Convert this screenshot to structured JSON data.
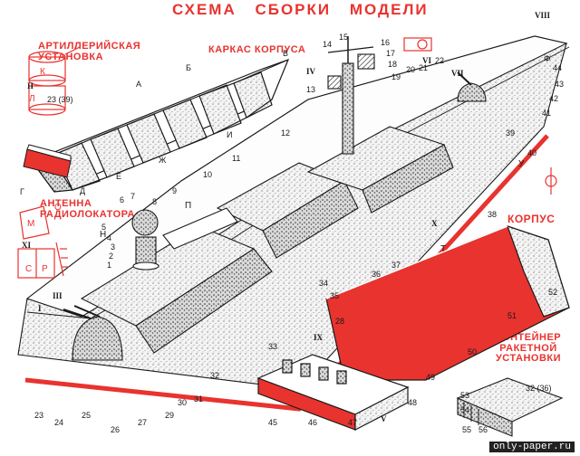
{
  "title": "СХЕМА СБОРКИ МОДЕЛИ",
  "labels": {
    "artillery": "АРТИЛЛЕРИЙСКАЯ УСТАНОВКА",
    "hull_frame": "КАРКАС КОРПУСА",
    "antenna": "АНТЕННА РАДИОЛОКАТОРА",
    "hull": "КОРПУС",
    "container": "КОНТЕЙНЕР РАКЕТНОЙ УСТАНОВКИ"
  },
  "watermark": "only-paper.ru",
  "colors": {
    "red": "#e8332f",
    "ink": "#1a1a1a"
  },
  "frame_letters": [
    "А",
    "Б",
    "В",
    "Г",
    "Д",
    "Е",
    "Ж",
    "И"
  ],
  "part_numbers": [
    {
      "t": "1"
    },
    {
      "t": "2"
    },
    {
      "t": "3"
    },
    {
      "t": "4"
    },
    {
      "t": "5"
    },
    {
      "t": "6"
    },
    {
      "t": "7"
    },
    {
      "t": "8"
    },
    {
      "t": "9"
    },
    {
      "t": "10"
    },
    {
      "t": "11"
    },
    {
      "t": "12"
    },
    {
      "t": "13"
    },
    {
      "t": "14"
    },
    {
      "t": "15"
    },
    {
      "t": "16"
    },
    {
      "t": "17"
    },
    {
      "t": "18"
    },
    {
      "t": "19"
    },
    {
      "t": "20"
    },
    {
      "t": "21"
    },
    {
      "t": "22"
    },
    {
      "t": "23"
    },
    {
      "t": "24"
    },
    {
      "t": "25"
    },
    {
      "t": "26"
    },
    {
      "t": "27"
    },
    {
      "t": "28"
    },
    {
      "t": "29"
    },
    {
      "t": "30"
    },
    {
      "t": "31"
    },
    {
      "t": "32"
    },
    {
      "t": "33"
    },
    {
      "t": "34"
    },
    {
      "t": "35"
    },
    {
      "t": "36"
    },
    {
      "t": "37"
    },
    {
      "t": "38"
    },
    {
      "t": "39"
    },
    {
      "t": "40"
    },
    {
      "t": "41"
    },
    {
      "t": "42"
    },
    {
      "t": "43"
    },
    {
      "t": "44"
    },
    {
      "t": "45"
    },
    {
      "t": "46"
    },
    {
      "t": "47"
    },
    {
      "t": "48"
    },
    {
      "t": "49"
    },
    {
      "t": "50"
    },
    {
      "t": "51"
    },
    {
      "t": "52"
    },
    {
      "t": "53"
    },
    {
      "t": "54"
    },
    {
      "t": "55"
    },
    {
      "t": "56"
    },
    {
      "t": "23 (39)"
    },
    {
      "t": "32 (36)"
    }
  ],
  "letter_callouts": [
    "Ф",
    "Т",
    "У",
    "П",
    "Н",
    "К",
    "Л",
    "Р",
    "С",
    "М",
    "О"
  ],
  "roman_callouts": [
    "I",
    "II",
    "III",
    "IV",
    "V",
    "VI",
    "VII",
    "VIII",
    "IX",
    "X",
    "XI"
  ]
}
